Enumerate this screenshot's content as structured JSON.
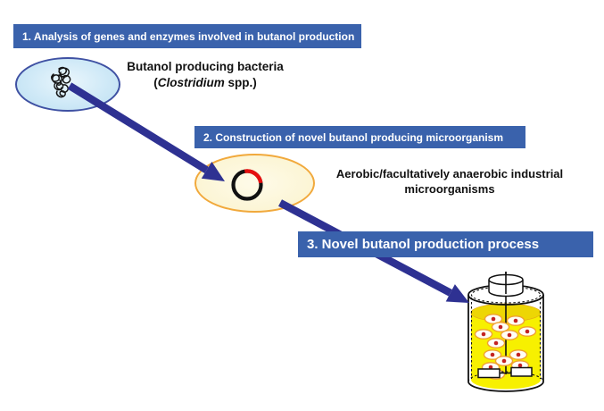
{
  "steps": [
    {
      "label": "1. Analysis of genes and enzymes involved in butanol production"
    },
    {
      "label": "2. Construction of novel butanol producing microorganism"
    },
    {
      "label": "3. Novel butanol production process"
    }
  ],
  "bacteria": {
    "name_line": "Butanol producing bacteria",
    "paren_open": "(",
    "genus": "Clostridium",
    "suffix": " spp.)"
  },
  "host": {
    "line1": "Aerobic/facultatively anaerobic industrial",
    "line2": "microorganisms"
  },
  "icons": {
    "chromosomal_dna": "chromosomal-dna-scribble",
    "plasmid": "plasmid-ring-with-red-insert",
    "bioreactor": "stirred-tank-fermenter-with-microbes",
    "flow_arrows": "navy-diagonal-arrows"
  },
  "colors": {
    "banner_blue": "#3A62AC",
    "banner_text": "#FFFFFF",
    "arrow_navy": "#2E3192",
    "bacteria_cell_fill": "#CFE9F7",
    "bacteria_cell_border": "#3F51A3",
    "host_cell_fill": "#FCF5D5",
    "host_cell_border": "#F1A93C",
    "plasmid_ring": "#111111",
    "plasmid_insert": "#E60F0F",
    "broth_yellow": "#F7F000",
    "broth_surface": "#EDD604",
    "microbe_outline": "#F0A030",
    "microbe_dot": "#C32222",
    "vessel_outline": "#111111"
  }
}
